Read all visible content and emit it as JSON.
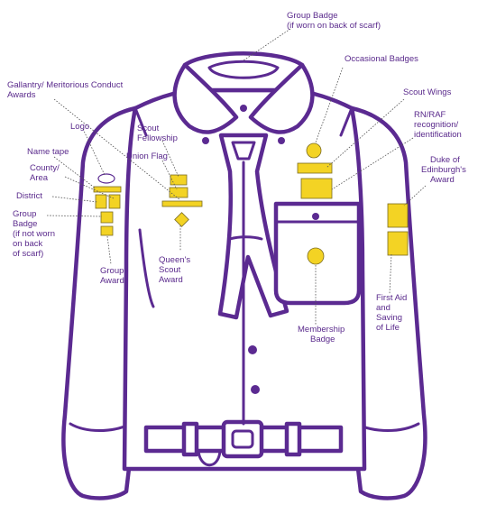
{
  "labels": {
    "group_badge_back": [
      "Group Badge",
      "(if worn on back of scarf)"
    ],
    "occasional_badges": [
      "Occasional Badges"
    ],
    "gallantry": [
      "Gallantry/ Meritorious Conduct",
      "Awards"
    ],
    "scout_wings": [
      "Scout Wings"
    ],
    "rn_raf": [
      "RN/RAF",
      "recognition/",
      "identification"
    ],
    "logo": [
      "Logo"
    ],
    "scout_fellowship": [
      "Scout",
      "Fellowship"
    ],
    "name_tape": [
      "Name tape"
    ],
    "union_flag": [
      "Union Flag"
    ],
    "county_area": [
      "County/",
      "Area"
    ],
    "duke_of_edinburgh": [
      "Duke of",
      "Edinburgh's",
      "Award"
    ],
    "district": [
      "District"
    ],
    "group_badge_front": [
      "Group",
      "Badge",
      "(if not worn",
      "on back",
      "of scarf)"
    ],
    "queens_scout": [
      "Queen's",
      "Scout",
      "Award"
    ],
    "group_award": [
      "Group",
      "Award"
    ],
    "first_aid": [
      "First Aid",
      "and",
      "Saving",
      "of Life"
    ],
    "membership_badge": [
      "Membership",
      "Badge"
    ]
  },
  "colors": {
    "shirt_outline": "#5b2a91",
    "label_text": "#5a2a8c",
    "badge_fill": "#f3d324",
    "leader_line": "#555555"
  }
}
